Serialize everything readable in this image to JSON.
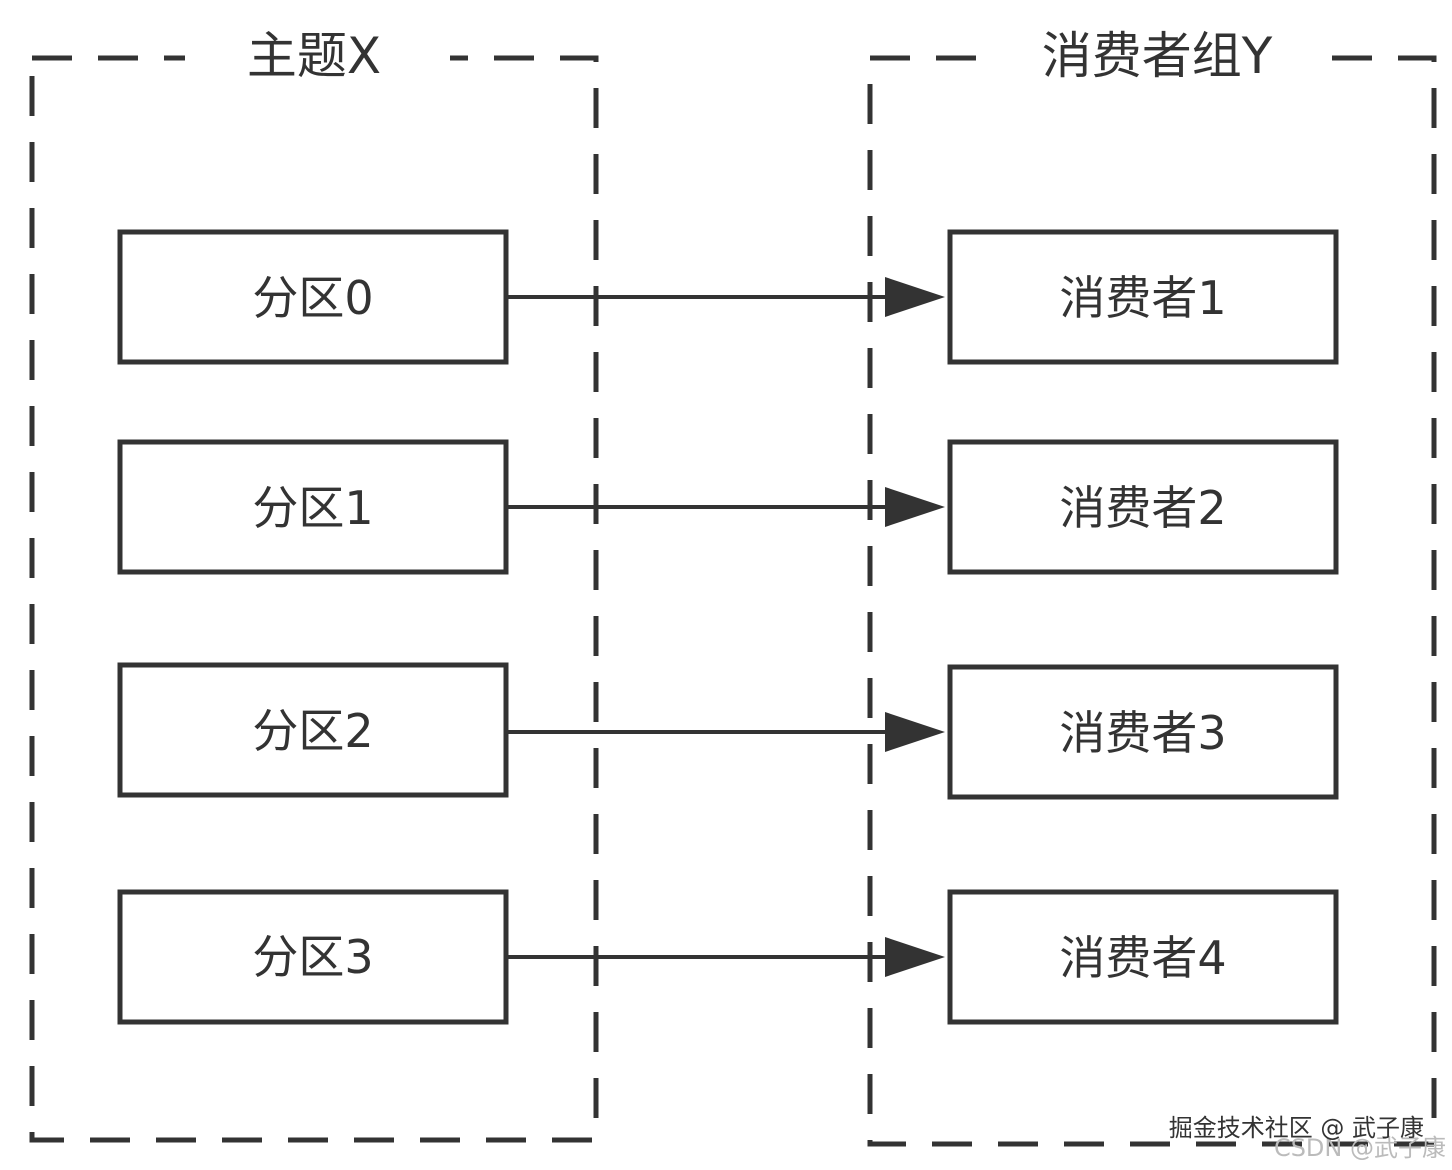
{
  "groups": {
    "topic": {
      "label": "主题X"
    },
    "consumer_group": {
      "label": "消费者组Y"
    }
  },
  "partitions": [
    {
      "id": "p0",
      "label": "分区0"
    },
    {
      "id": "p1",
      "label": "分区1"
    },
    {
      "id": "p2",
      "label": "分区2"
    },
    {
      "id": "p3",
      "label": "分区3"
    }
  ],
  "consumers": [
    {
      "id": "c1",
      "label": "消费者1"
    },
    {
      "id": "c2",
      "label": "消费者2"
    },
    {
      "id": "c3",
      "label": "消费者3"
    },
    {
      "id": "c4",
      "label": "消费者4"
    }
  ],
  "edges": [
    {
      "from": "p0",
      "to": "c1"
    },
    {
      "from": "p1",
      "to": "c2"
    },
    {
      "from": "p2",
      "to": "c3"
    },
    {
      "from": "p3",
      "to": "c4"
    }
  ],
  "watermark": {
    "primary": "掘金技术社区 @ 武子康",
    "secondary": "CSDN @武子康"
  },
  "colors": {
    "stroke": "#333333",
    "background": "#ffffff"
  }
}
